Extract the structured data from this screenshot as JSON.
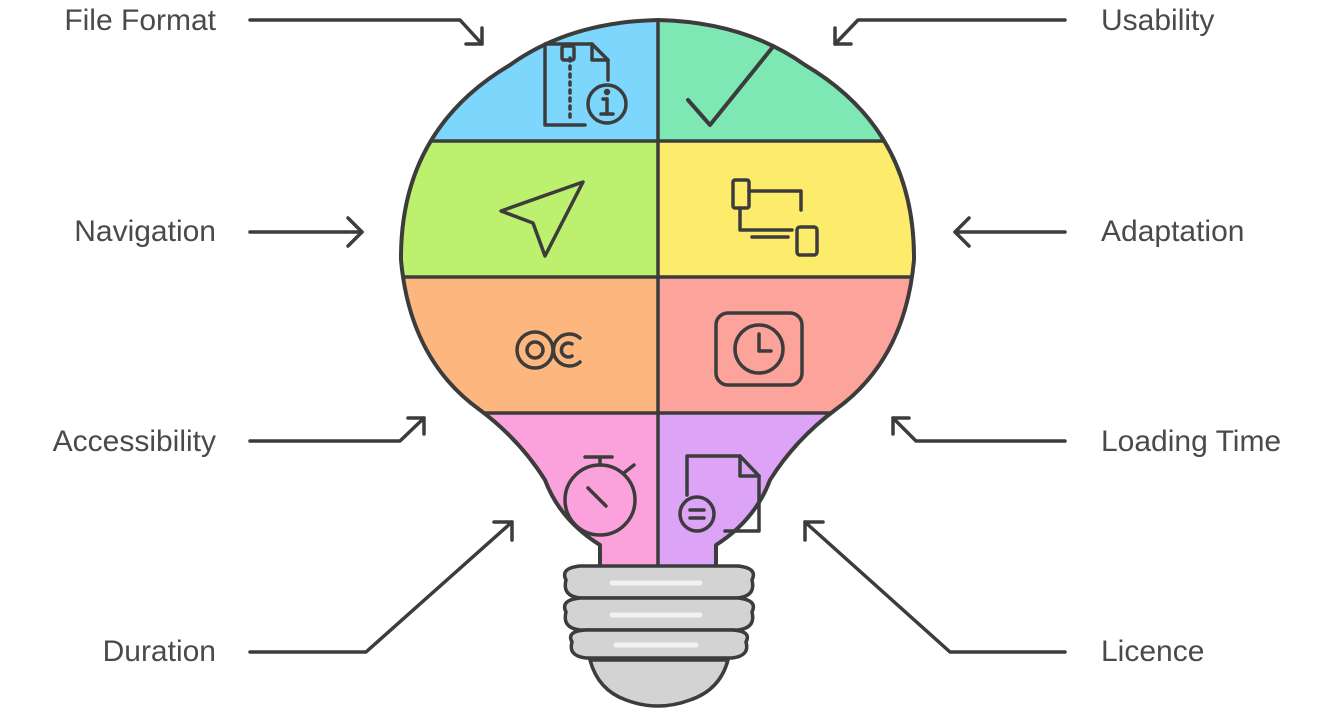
{
  "colors": {
    "outline": "#3c3c3c",
    "arrow": "#3c3c3c",
    "text": "#4a4a4a",
    "segments": {
      "file_format": "#7dd6fb",
      "usability": "#7ee8b4",
      "navigation": "#bdf06e",
      "adaptation": "#fdec6b",
      "accessibility": "#fdb77e",
      "loading_time": "#fca39b",
      "duration": "#fba2dc",
      "licence": "#dda3f7",
      "base": "#d3d3d3"
    }
  },
  "labels": {
    "file_format": "File Format",
    "usability": "Usability",
    "navigation": "Navigation",
    "adaptation": "Adaptation",
    "accessibility": "Accessibility",
    "loading_time": "Loading Time",
    "duration": "Duration",
    "licence": "Licence"
  },
  "icons": {
    "file_format": "file-info-icon",
    "usability": "checkmark-icon",
    "navigation": "navigation-arrow-icon",
    "adaptation": "responsive-devices-icon",
    "accessibility": "closed-captions-icon",
    "loading_time": "clock-icon",
    "duration": "stopwatch-icon",
    "licence": "document-icon"
  }
}
